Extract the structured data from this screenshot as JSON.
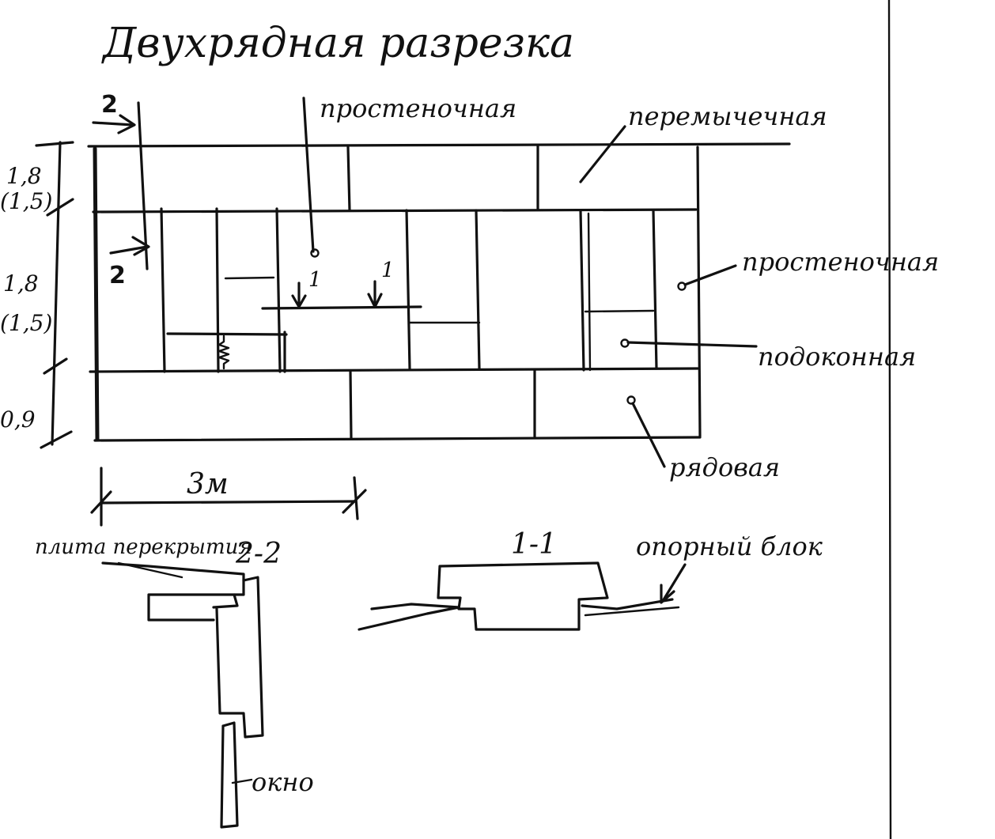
{
  "title": "Двухрядная разрезка",
  "labels": {
    "prostenochnaya_top": "простеночная",
    "peremychechnaya": "перемычечная",
    "prostenochnaya_right": "простеночная",
    "podokonnaya": "подоконная",
    "ryadovaya": "рядовая",
    "plita_perekrytiya": "плита перекрытия",
    "opornyy_blok": "опорный блок",
    "okno": "окно"
  },
  "dimensions": {
    "h1": "1,8",
    "h1_alt": "(1,5)",
    "h2": "1,8",
    "h2_alt": "(1,5)",
    "h3": "0,9",
    "width": "3м"
  },
  "section_marks": {
    "mark_2_top": "2",
    "mark_2_bottom": "2",
    "mark_1_left": "1",
    "mark_1_right": "1",
    "section_2_2": "2-2",
    "section_1_1": "1-1"
  }
}
